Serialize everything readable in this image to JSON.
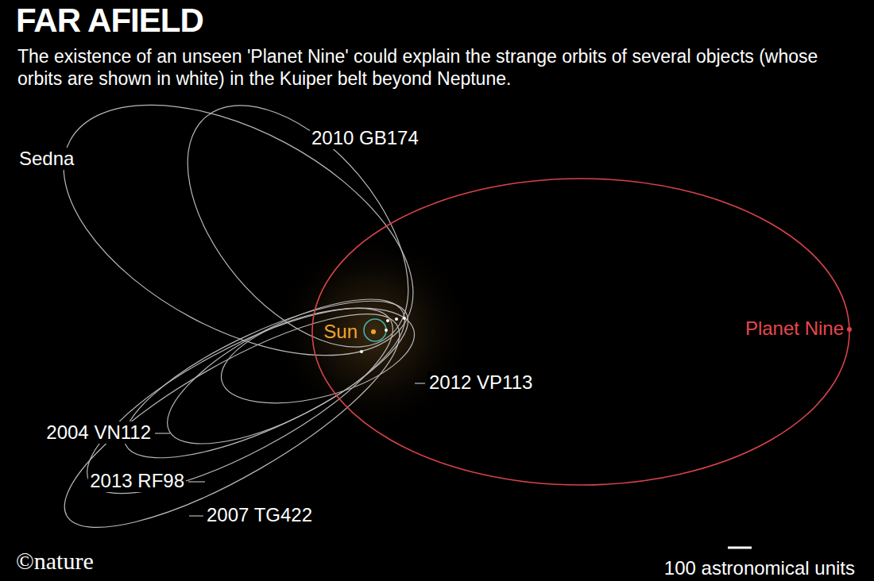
{
  "diagram": {
    "title": "FAR AFIELD",
    "caption": "The existence of an unseen 'Planet Nine' could explain the strange orbits of several objects (whose orbits are shown in white) in the Kuiper belt beyond Neptune.",
    "labels": [
      "Sedna",
      "2010 GB174",
      "Sun",
      "Planet Nine",
      "2012 VP113",
      "2004 VN112",
      "2013 RF98",
      "2007 TG422",
      "©nature",
      "100 astronomical units"
    ]
  }
}
